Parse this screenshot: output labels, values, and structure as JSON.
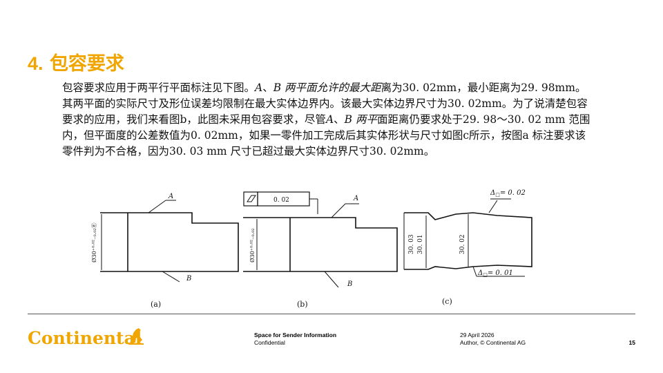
{
  "title": {
    "number": "4.",
    "text": "包容要求"
  },
  "body": {
    "s1": "包容要求应用于两平行平面标注见下图。",
    "s2_italic": "A",
    "s3": "、",
    "s4_italic": "B 两平面允许的最大距",
    "s5": "离为30. 02mm，最小距离为29. 98mm。其两平面的实际尺寸及形位误差均限制在最大实体边界内。该最大实体边界尺寸为30. 02mm。为了说清楚包容要求的应用，我们来看图b，此图未采用包容要求，尽管",
    "s6_italic": "A",
    "s7": "、",
    "s8_italic": "B 两平",
    "s9": "面距离仍要求处于29. 98～30. 02 mm 范围内，但平面度的公差数值为0. 02mm，如果一零件加工完成后其实体形状与尺寸如图c所示，按图a 标注要求该零件判为不合格，因为30. 03 mm 尺寸已超过最大实体边界尺寸30. 02mm。"
  },
  "figure": {
    "label_a": "(a)",
    "label_b": "(b)",
    "label_c": "(c)",
    "surface_a": "A",
    "surface_b": "B",
    "dim_a": "Ø30⁺⁰·⁰²₋₀.₀₂Ⓔ",
    "dim_b": "Ø30⁺⁰·⁰²₋₀.₀₂",
    "flatness_value": "0. 02",
    "dim_c1": "30. 03",
    "dim_c2": "30. 01",
    "dim_c3": "30. 02",
    "delta_top": "Δ",
    "delta_top_sub": "□",
    "delta_top_val": "= 0. 02",
    "delta_bot": "Δ",
    "delta_bot_sub": "□",
    "delta_bot_val": "= 0. 01"
  },
  "footer": {
    "logo_text": "Continental",
    "sender_title": "Space for Sender Information",
    "confidential": "Confidential",
    "date": "29 April 2026",
    "author": "Author, © Continental AG",
    "page": "15"
  },
  "colors": {
    "accent": "#f0a500",
    "text": "#111111"
  }
}
